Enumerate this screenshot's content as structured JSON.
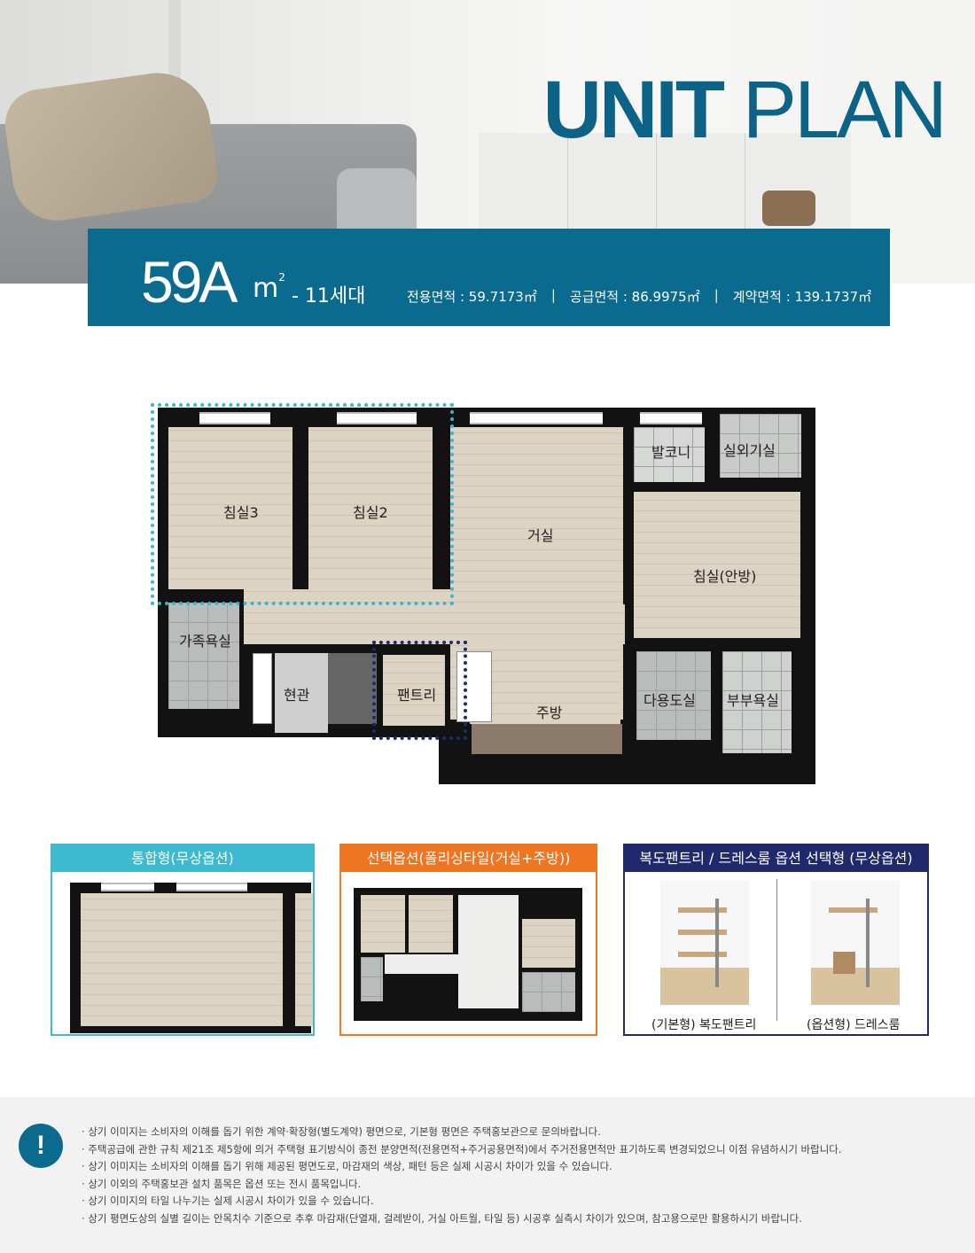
{
  "hero": {
    "title_bold": "UNIT",
    "title_thin": "PLAN",
    "accent": "#0c6386"
  },
  "banner": {
    "type": "59A",
    "unit": "m",
    "unit_sup": "2",
    "households": "- 11세대",
    "exclusive_area": "전용면적 : 59.7173㎡",
    "supply_area": "공급면적 : 86.9975㎡",
    "contract_area": "계약면적 : 139.1737㎡",
    "separator": "|",
    "color": "#0b6b8e"
  },
  "plan": {
    "rooms": {
      "bedroom3": "침실3",
      "bedroom2": "침실2",
      "living": "거실",
      "balcony": "발코니",
      "outdoor_unit": "실외기실",
      "master_bedroom": "침실(안방)",
      "family_bath": "가족욕실",
      "entrance": "현관",
      "pantry": "팬트리",
      "kitchen": "주방",
      "utility": "다용도실",
      "master_bath": "부부욕실"
    }
  },
  "options": {
    "integrated": {
      "title": "통합형(무상옵션)",
      "color": "#3db9d0"
    },
    "polishing": {
      "title": "선택옵션(폴리싱타일(거실+주방))",
      "color": "#ee7622"
    },
    "pantry_dressroom": {
      "title": "복도팬트리 / 드레스룸 옵션 선택형 (무상옵션)",
      "color": "#21296d",
      "basic_caption": "(기본형) 복도팬트리",
      "option_caption": "(옵션형) 드레스룸"
    }
  },
  "notes": {
    "icon": "!",
    "items": [
      "상기 이미지는 소비자의 이해를 돕기 위한 계약·확장형(별도계약) 평면으로, 기본형 평면은 주택홍보관으로 문의바랍니다.",
      "주택공급에 관한 규칙 제21조 제5항에 의거 주택형 표기방식이 종전 분양면적(전용면적+주거공용면적)에서 주거전용면적만 표기하도록 변경되었으니 이점 유념하시기 바랍니다.",
      "상기 이미지는 소비자의 이해를 돕기 위해 제공된 평면도로, 마감재의 색상, 패턴 등은 실제 시공시 차이가 있을 수 있습니다.",
      "상기 이외의 주택홍보관 설치 품목은 옵션 또는 전시 품목입니다.",
      "상기 이미지의 타일 나누기는 실제 시공시 차이가 있을 수 있습니다.",
      "상기 평면도상의 실별 길이는 안목치수 기준으로 추후 마감재(단열재, 걸레받이, 거실 아트월, 타일 등) 시공후 실측시 차이가 있으며, 참고용으로만 활용하시기 바랍니다."
    ]
  }
}
